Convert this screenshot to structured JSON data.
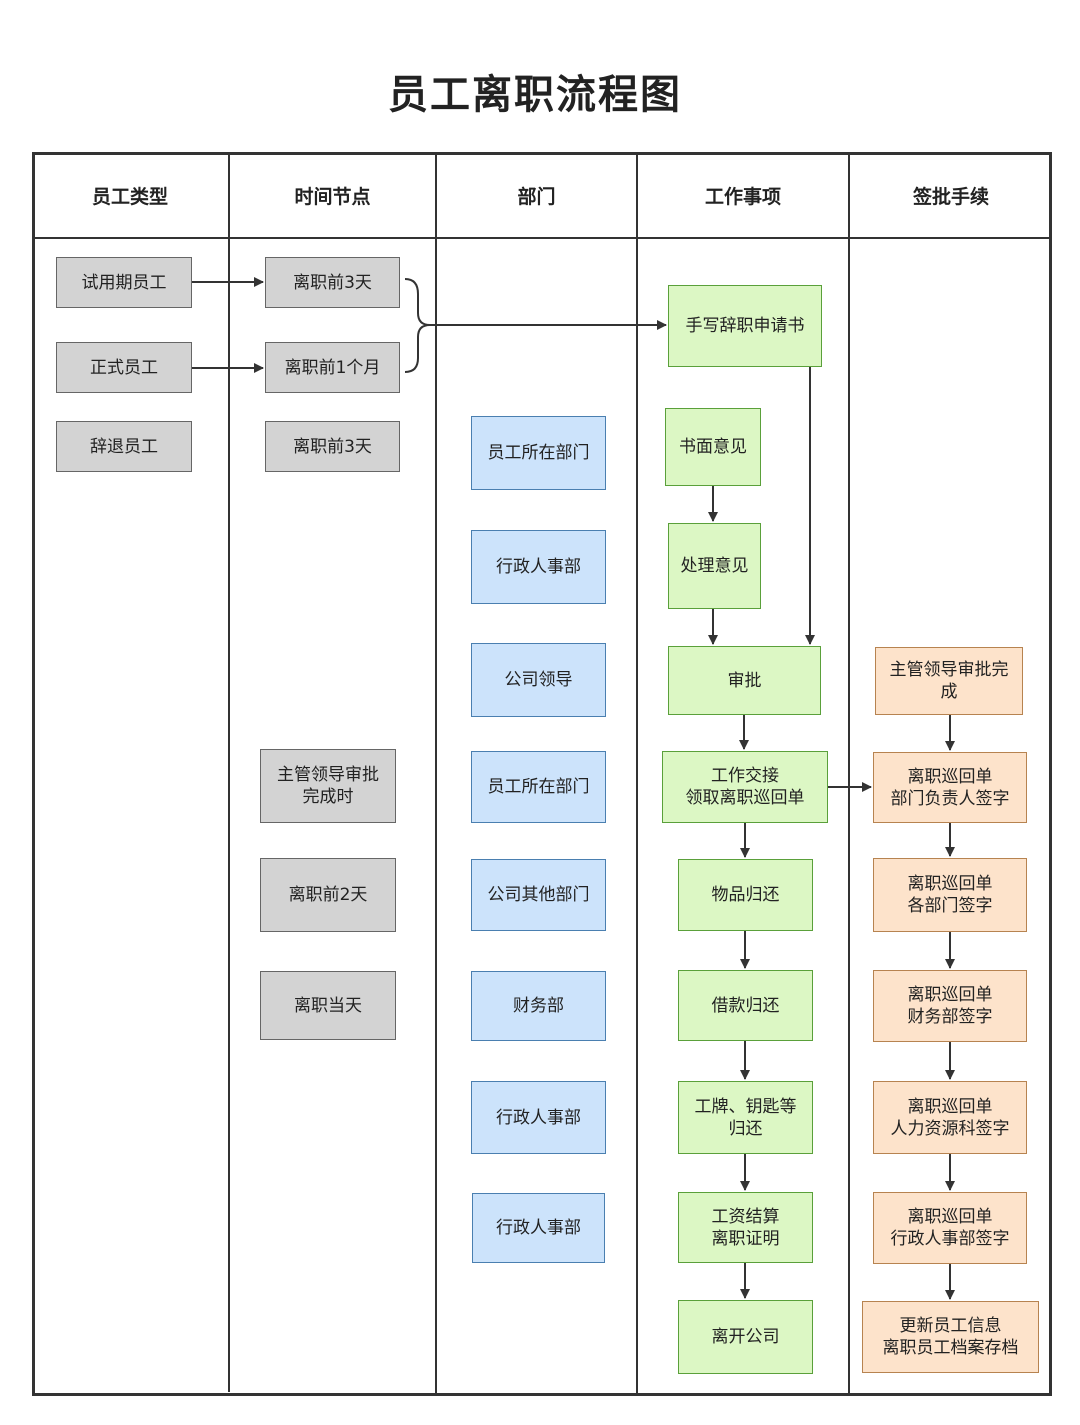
{
  "title": "员工离职流程图",
  "columns": [
    "员工类型",
    "时间节点",
    "部门",
    "工作事项",
    "签批手续"
  ],
  "employee_types": [
    "试用期员工",
    "正式员工",
    "辞退员工"
  ],
  "time_nodes": [
    "离职前3天",
    "离职前1个月",
    "离职前3天",
    "主管领导审批\n完成时",
    "离职前2天",
    "离职当天"
  ],
  "departments": [
    "员工所在部门",
    "行政人事部",
    "公司领导",
    "员工所在部门",
    "公司其他部门",
    "财务部",
    "行政人事部",
    "行政人事部"
  ],
  "work_items": [
    "手写辞职申请书",
    "书面意见",
    "处理意见",
    "审批",
    "工作交接\n领取离职巡回单",
    "物品归还",
    "借款归还",
    "工牌、钥匙等\n归还",
    "工资结算\n离职证明",
    "离开公司"
  ],
  "approvals": [
    "主管领导审批完\n成",
    "离职巡回单\n部门负责人签字",
    "离职巡回单\n各部门签字",
    "离职巡回单\n财务部签字",
    "离职巡回单\n人力资源科签字",
    "离职巡回单\n行政人事部签字",
    "更新员工信息\n离职员工档案存档"
  ],
  "colors": {
    "employee_type": "#d3d3d3",
    "time_node": "#d3d3d3",
    "department": "#cce3fb",
    "work_item": "#dcf7c4",
    "approval": "#fde3cb",
    "lines": "#333333"
  }
}
